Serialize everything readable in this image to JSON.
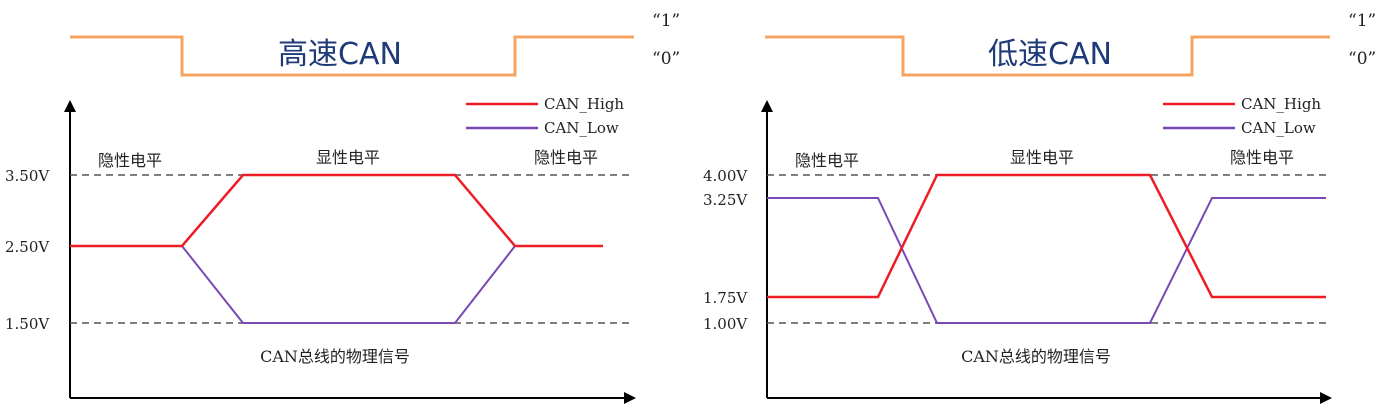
{
  "colors": {
    "logic": "#f4a460",
    "title": "#1f3a78",
    "can_high": "#ee1c25",
    "can_low": "#7b48b4",
    "axis": "#000000",
    "dash": "#555555",
    "text": "#222222"
  },
  "chart_data": [
    {
      "type": "line",
      "title": "高速CAN",
      "logic_labels": {
        "one": "“1”",
        "zero": "“0”"
      },
      "state_labels": {
        "left": "隐性电平",
        "middle": "显性电平",
        "right": "隐性电平"
      },
      "y_ticks": [
        "3.50V",
        "2.50V",
        "1.50V"
      ],
      "reference_levels_v": [
        3.5,
        1.5
      ],
      "caption": "CAN总线的物理信号",
      "legend": [
        "CAN_High",
        "CAN_Low"
      ],
      "series": [
        {
          "name": "CAN_High",
          "levels_v": [
            2.5,
            3.5,
            2.5
          ]
        },
        {
          "name": "CAN_Low",
          "levels_v": [
            2.5,
            1.5,
            2.5
          ]
        }
      ]
    },
    {
      "type": "line",
      "title": "低速CAN",
      "logic_labels": {
        "one": "“1”",
        "zero": "“0”"
      },
      "state_labels": {
        "left": "隐性电平",
        "middle": "显性电平",
        "right": "隐性电平"
      },
      "y_ticks": [
        "4.00V",
        "3.25V",
        "1.75V",
        "1.00V"
      ],
      "reference_levels_v": [
        4.0,
        1.0
      ],
      "caption": "CAN总线的物理信号",
      "legend": [
        "CAN_High",
        "CAN_Low"
      ],
      "series": [
        {
          "name": "CAN_High",
          "levels_v": [
            1.75,
            4.0,
            1.75
          ]
        },
        {
          "name": "CAN_Low",
          "levels_v": [
            3.25,
            1.0,
            3.25
          ]
        }
      ]
    }
  ]
}
